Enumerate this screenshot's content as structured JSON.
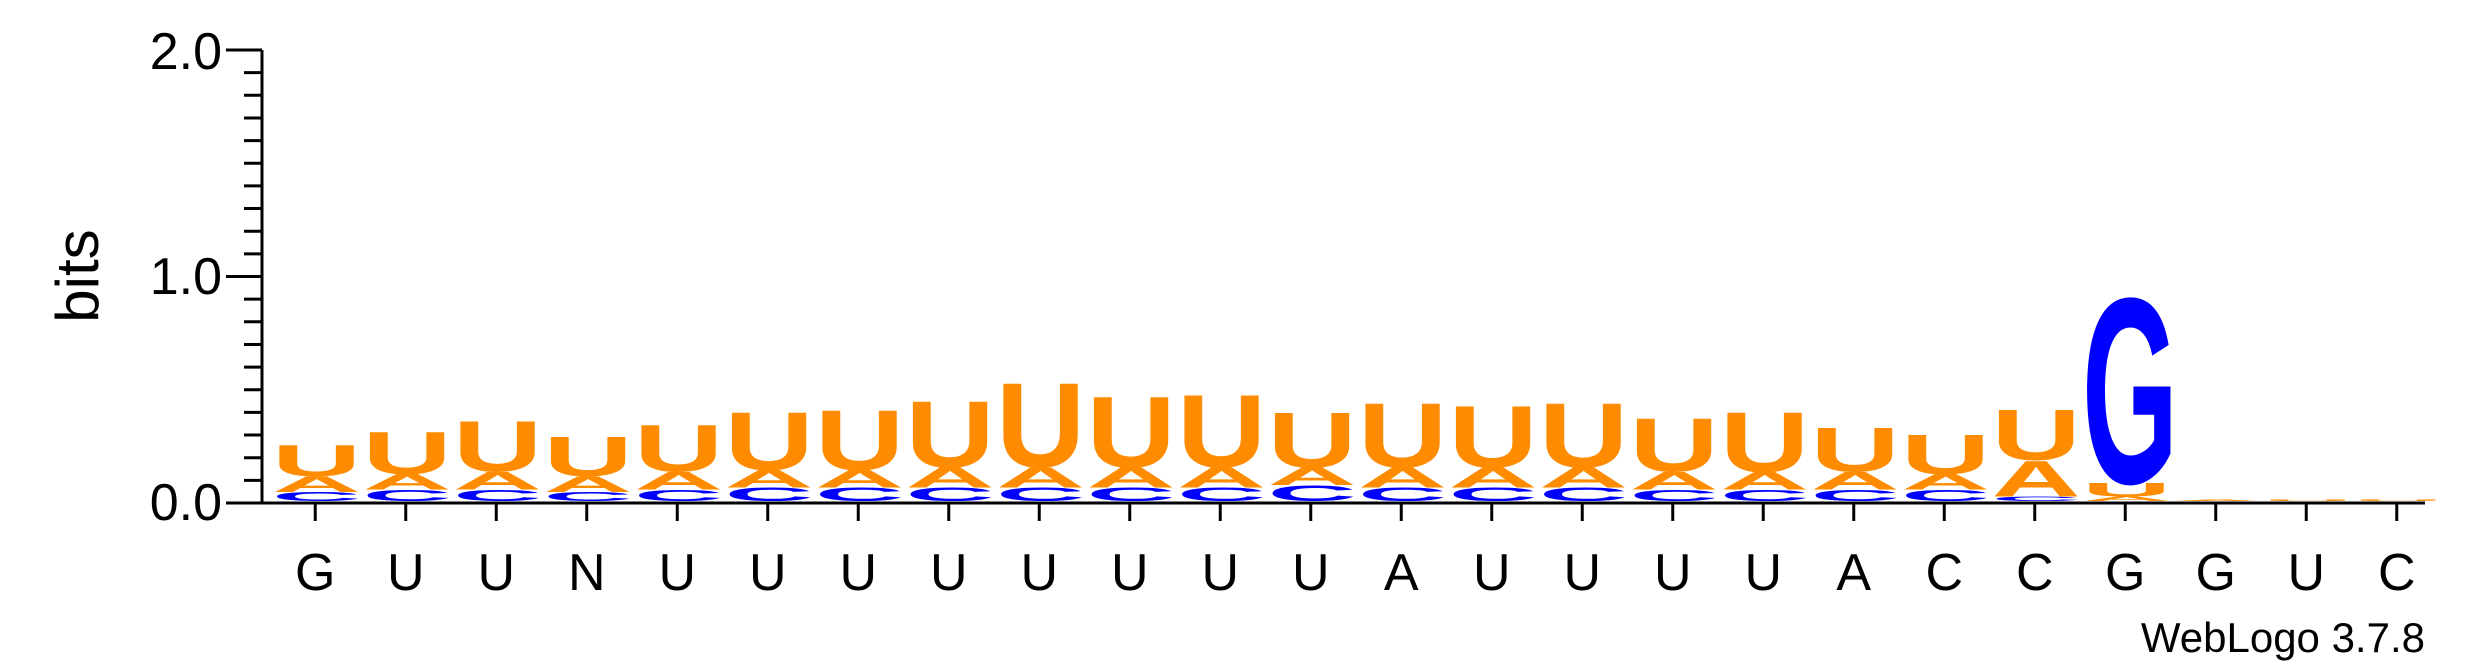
{
  "chart_data": {
    "type": "sequence-logo",
    "ylabel": "bits",
    "ylim": [
      0,
      2
    ],
    "yticks": [
      "0.0",
      "1.0",
      "2.0"
    ],
    "xlabels": [
      "G",
      "U",
      "U",
      "N",
      "U",
      "U",
      "U",
      "U",
      "U",
      "U",
      "U",
      "U",
      "A",
      "U",
      "U",
      "U",
      "U",
      "A",
      "C",
      "C",
      "G",
      "G",
      "U",
      "C"
    ],
    "footer": "WebLogo 3.7.8",
    "colors": {
      "U": "#ff8c00",
      "A": "#ff8c00",
      "C": "#0000ff",
      "G": "#0000ff"
    },
    "columns": [
      [
        [
          "C",
          0.04
        ],
        [
          "A",
          0.07
        ],
        [
          "U",
          0.14
        ]
      ],
      [
        [
          "C",
          0.05
        ],
        [
          "A",
          0.07
        ],
        [
          "U",
          0.19
        ]
      ],
      [
        [
          "C",
          0.05
        ],
        [
          "A",
          0.08
        ],
        [
          "U",
          0.23
        ]
      ],
      [
        [
          "C",
          0.04
        ],
        [
          "A",
          0.07
        ],
        [
          "U",
          0.18
        ]
      ],
      [
        [
          "C",
          0.05
        ],
        [
          "A",
          0.08
        ],
        [
          "U",
          0.21
        ]
      ],
      [
        [
          "C",
          0.06
        ],
        [
          "A",
          0.08
        ],
        [
          "U",
          0.26
        ]
      ],
      [
        [
          "C",
          0.06
        ],
        [
          "A",
          0.08
        ],
        [
          "U",
          0.27
        ]
      ],
      [
        [
          "C",
          0.06
        ],
        [
          "A",
          0.09
        ],
        [
          "U",
          0.3
        ]
      ],
      [
        [
          "C",
          0.06
        ],
        [
          "A",
          0.09
        ],
        [
          "U",
          0.38
        ]
      ],
      [
        [
          "C",
          0.06
        ],
        [
          "A",
          0.09
        ],
        [
          "U",
          0.32
        ]
      ],
      [
        [
          "C",
          0.06
        ],
        [
          "A",
          0.09
        ],
        [
          "U",
          0.33
        ]
      ],
      [
        [
          "C",
          0.07
        ],
        [
          "A",
          0.08
        ],
        [
          "U",
          0.25
        ]
      ],
      [
        [
          "C",
          0.06
        ],
        [
          "A",
          0.09
        ],
        [
          "U",
          0.29
        ]
      ],
      [
        [
          "C",
          0.06
        ],
        [
          "A",
          0.09
        ],
        [
          "U",
          0.28
        ]
      ],
      [
        [
          "C",
          0.06
        ],
        [
          "A",
          0.09
        ],
        [
          "U",
          0.29
        ]
      ],
      [
        [
          "C",
          0.05
        ],
        [
          "A",
          0.08
        ],
        [
          "U",
          0.24
        ]
      ],
      [
        [
          "C",
          0.05
        ],
        [
          "A",
          0.08
        ],
        [
          "U",
          0.27
        ]
      ],
      [
        [
          "C",
          0.05
        ],
        [
          "A",
          0.08
        ],
        [
          "U",
          0.2
        ]
      ],
      [
        [
          "C",
          0.05
        ],
        [
          "A",
          0.07
        ],
        [
          "U",
          0.18
        ]
      ],
      [
        [
          "C",
          0.02
        ],
        [
          "A",
          0.16
        ],
        [
          "U",
          0.23
        ]
      ],
      [
        [
          "A",
          0.02
        ],
        [
          "U",
          0.06
        ],
        [
          "G",
          0.84
        ]
      ],
      [
        [
          "A",
          0.004
        ]
      ],
      [
        [
          "U",
          0.005
        ]
      ],
      [
        [
          "U",
          0.005
        ]
      ]
    ]
  }
}
